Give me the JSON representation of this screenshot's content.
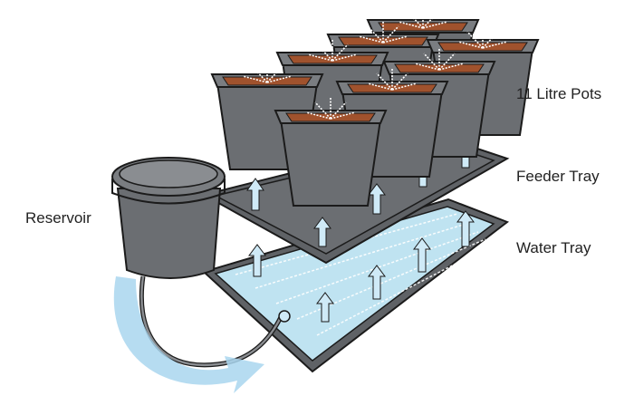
{
  "labels": {
    "pots": "11 Litre Pots",
    "feeder_tray": "Feeder Tray",
    "water_tray": "Water Tray",
    "reservoir": "Reservoir"
  },
  "components": {
    "pot_count": 8,
    "pot_volume_litres": 11
  },
  "colors": {
    "pot": "#6b6e72",
    "pot_inner": "#4e5155",
    "soil": "#a0522d",
    "tray": "#5f6266",
    "water": "#bfe3f1",
    "flow_arrow": "#a9d6ee",
    "up_arrow": "#cfeaf7",
    "outline": "#1b1b1b"
  }
}
